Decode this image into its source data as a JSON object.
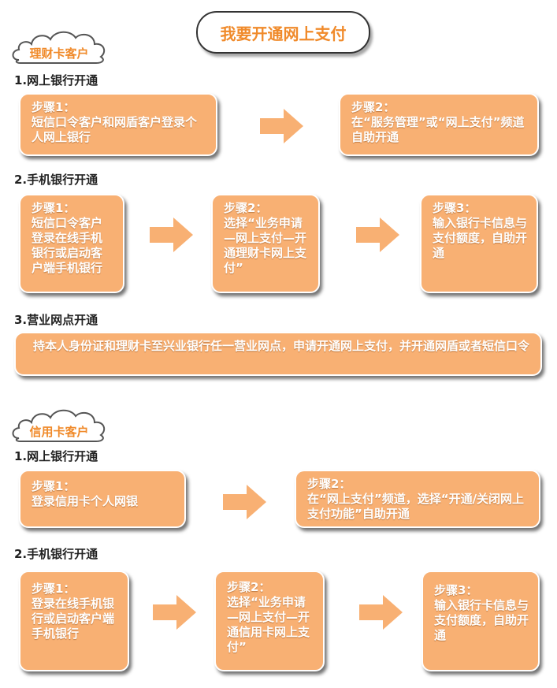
{
  "title": "我要开通网上支付",
  "sections": [
    {
      "label": "理财卡客户",
      "methods": [
        {
          "heading": "1.网上银行开通",
          "steps": [
            {
              "step": "步骤1：",
              "text": "短信口令客户和网盾客户登录个人网上银行"
            },
            {
              "step": "步骤2：",
              "text": "在“服务管理”或“网上支付”频道自助开通"
            }
          ]
        },
        {
          "heading": "2.手机银行开通",
          "steps": [
            {
              "step": "步骤1：",
              "text": "短信口令客户登录在线手机银行或启动客户端手机银行"
            },
            {
              "step": "步骤2：",
              "text": "选择“业务申请—网上支付—开通理财卡网上支付”"
            },
            {
              "step": "步骤3：",
              "text": "输入银行卡信息与支付额度，自助开通"
            }
          ]
        },
        {
          "heading": "3.营业网点开通",
          "steps": [
            {
              "text": "持本人身份证和理财卡至兴业银行任一营业网点，申请开通网上支付，并开通网盾或者短信口令"
            }
          ]
        }
      ]
    },
    {
      "label": "信用卡客户",
      "methods": [
        {
          "heading": "1.网上银行开通",
          "steps": [
            {
              "step": "步骤1：",
              "text": "登录信用卡个人网银"
            },
            {
              "step": "步骤2：",
              "text": "在“网上支付”频道，选择“开通/关闭网上支付功能”自助开通"
            }
          ]
        },
        {
          "heading": "2.手机银行开通",
          "steps": [
            {
              "step": "步骤1：",
              "text": "登录在线手机银行或启动客户端手机银行"
            },
            {
              "step": "步骤2：",
              "text": "选择“业务申请—网上支付—开通信用卡网上支付”"
            },
            {
              "step": "步骤3：",
              "text": "输入银行卡信息与支付额度，自助开通"
            }
          ]
        }
      ]
    }
  ]
}
